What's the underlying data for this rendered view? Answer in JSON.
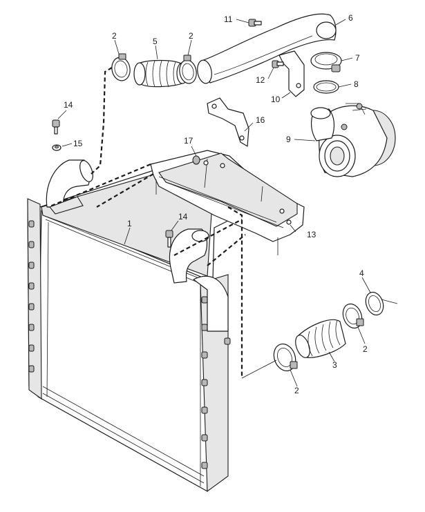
{
  "diagram": {
    "callouts": [
      {
        "id": "c1",
        "label": "1"
      },
      {
        "id": "c2a",
        "label": "2"
      },
      {
        "id": "c2b",
        "label": "2"
      },
      {
        "id": "c2c",
        "label": "2"
      },
      {
        "id": "c2d",
        "label": "2"
      },
      {
        "id": "c3",
        "label": "3"
      },
      {
        "id": "c4",
        "label": "4"
      },
      {
        "id": "c5",
        "label": "5"
      },
      {
        "id": "c6",
        "label": "6"
      },
      {
        "id": "c7",
        "label": "7"
      },
      {
        "id": "c8",
        "label": "8"
      },
      {
        "id": "c9",
        "label": "9"
      },
      {
        "id": "c10",
        "label": "10"
      },
      {
        "id": "c11",
        "label": "11"
      },
      {
        "id": "c12",
        "label": "12"
      },
      {
        "id": "c13",
        "label": "13"
      },
      {
        "id": "c14a",
        "label": "14"
      },
      {
        "id": "c14b",
        "label": "14"
      },
      {
        "id": "c15",
        "label": "15"
      },
      {
        "id": "c16",
        "label": "16"
      },
      {
        "id": "c17",
        "label": "17"
      }
    ]
  }
}
